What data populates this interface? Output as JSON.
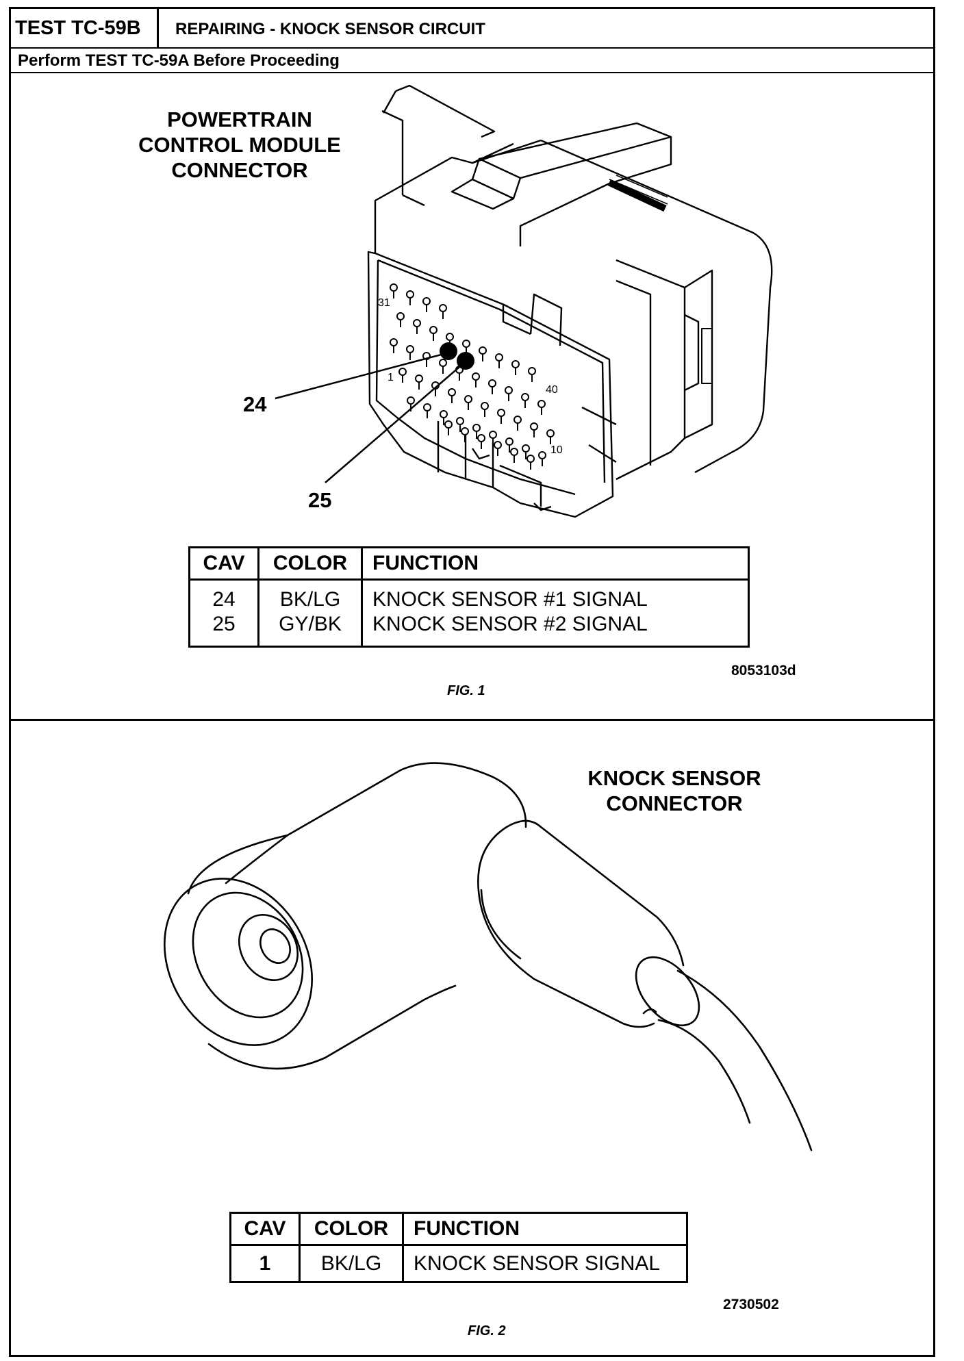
{
  "header": {
    "test_id": "TEST TC-59B",
    "title": "REPAIRING - KNOCK SENSOR CIRCUIT",
    "subtitle": "Perform TEST TC-59A Before Proceeding"
  },
  "fig1": {
    "label_lines": [
      "POWERTRAIN",
      "CONTROL MODULE",
      "CONNECTOR"
    ],
    "callouts": [
      "24",
      "25"
    ],
    "pin_numbers": [
      "31",
      "1",
      "40",
      "10"
    ],
    "table": {
      "headers": [
        "CAV",
        "COLOR",
        "FUNCTION"
      ],
      "cav": [
        "24",
        "25"
      ],
      "color": [
        "BK/LG",
        "GY/BK"
      ],
      "function": [
        "KNOCK SENSOR #1 SIGNAL",
        "KNOCK SENSOR #2 SIGNAL"
      ]
    },
    "code": "8053103d",
    "caption": "FIG. 1"
  },
  "fig2": {
    "label_lines": [
      "KNOCK SENSOR",
      "CONNECTOR"
    ],
    "table": {
      "headers": [
        "CAV",
        "COLOR",
        "FUNCTION"
      ],
      "cav": "1",
      "color": "BK/LG",
      "function": "KNOCK SENSOR SIGNAL"
    },
    "code": "2730502",
    "caption": "FIG. 2"
  }
}
